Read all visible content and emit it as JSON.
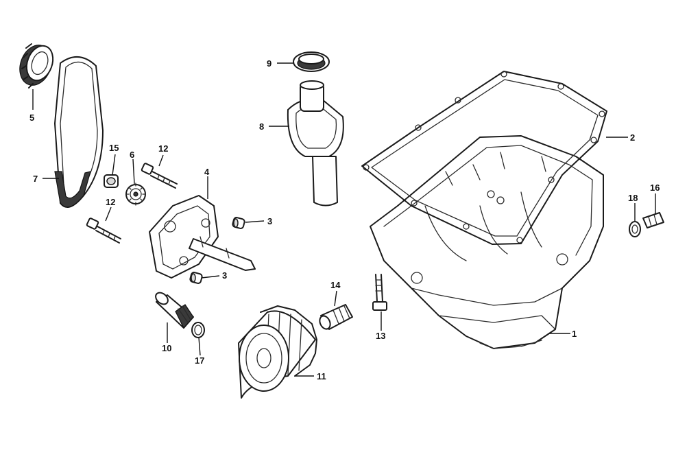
{
  "callouts": {
    "c1": "1",
    "c2": "2",
    "c3a": "3",
    "c3b": "3",
    "c4": "4",
    "c5": "5",
    "c6": "6",
    "c7": "7",
    "c8": "8",
    "c9": "9",
    "c10": "10",
    "c11": "11",
    "c12a": "12",
    "c12b": "12",
    "c13": "13",
    "c14": "14",
    "c15": "15",
    "c16": "16",
    "c17": "17",
    "c18": "18"
  },
  "colors": {
    "line": "#1a1a1a",
    "background": "#ffffff"
  }
}
